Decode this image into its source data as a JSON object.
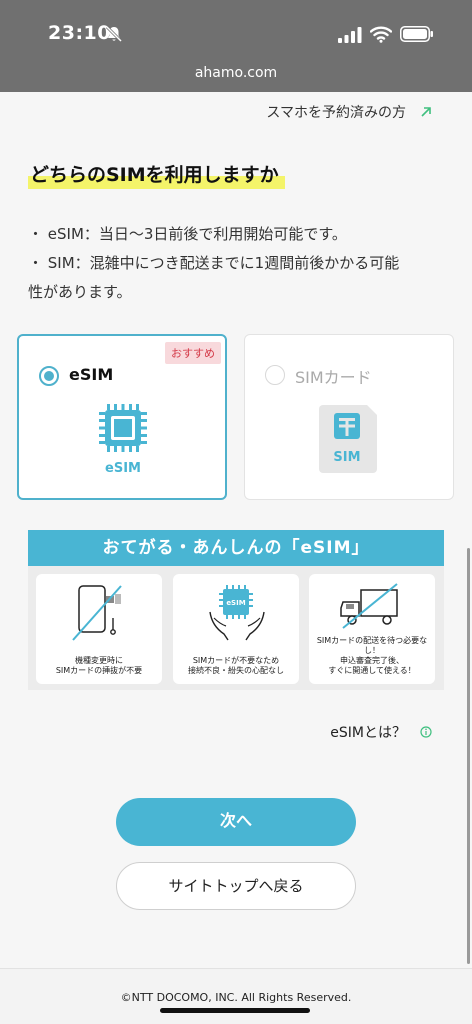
{
  "status": {
    "time": "23:10",
    "icons": [
      "bell-slash-icon",
      "signal-icon",
      "wifi-icon",
      "battery-icon"
    ]
  },
  "browser": {
    "url": "ahamo.com"
  },
  "header_link": {
    "label": "スマホを予約済みの方",
    "icon": "external-arrow-icon"
  },
  "section": {
    "title": "どちらのSIMを利用しますか",
    "notes": [
      "・ eSIM：当日〜3日前後で利用開始可能です。",
      "・ SIM：混雑中につき配送までに1週間前後かかる可能",
      "性があります。"
    ]
  },
  "options": {
    "esim": {
      "label": "eSIM",
      "badge": "おすすめ",
      "icon_text": "eSIM",
      "selected": true
    },
    "sim": {
      "label": "SIMカード",
      "icon_text": "SIM",
      "selected": false
    }
  },
  "banner": {
    "title": "おてがる・あんしんの「eSIM」",
    "panels": [
      {
        "icon": "phone-sim-crossed-icon",
        "lines": [
          "機種変更時に",
          "SIMカードの挿抜が不要"
        ]
      },
      {
        "icon": "esim-hands-icon",
        "chip_text": "eSIM",
        "lines": [
          "SIMカードが不要なため",
          "接続不良・紛失の心配なし"
        ]
      },
      {
        "icon": "truck-crossed-icon",
        "lines": [
          "SIMカードの配送を待つ必要なし！",
          "申込審査完了後、",
          "すぐに開通して使える！"
        ]
      }
    ]
  },
  "about_link": {
    "label": "eSIMとは？",
    "icon": "info-icon"
  },
  "buttons": {
    "next": "次へ",
    "back": "サイトトップへ戻る"
  },
  "footer": {
    "copyright": "©NTT DOCOMO, INC. All Rights Reserved."
  },
  "colors": {
    "accent": "#49b5d3",
    "highlight": "#f4f46a",
    "badge_bg": "#f8d9dc",
    "badge_text": "#d43a48"
  }
}
